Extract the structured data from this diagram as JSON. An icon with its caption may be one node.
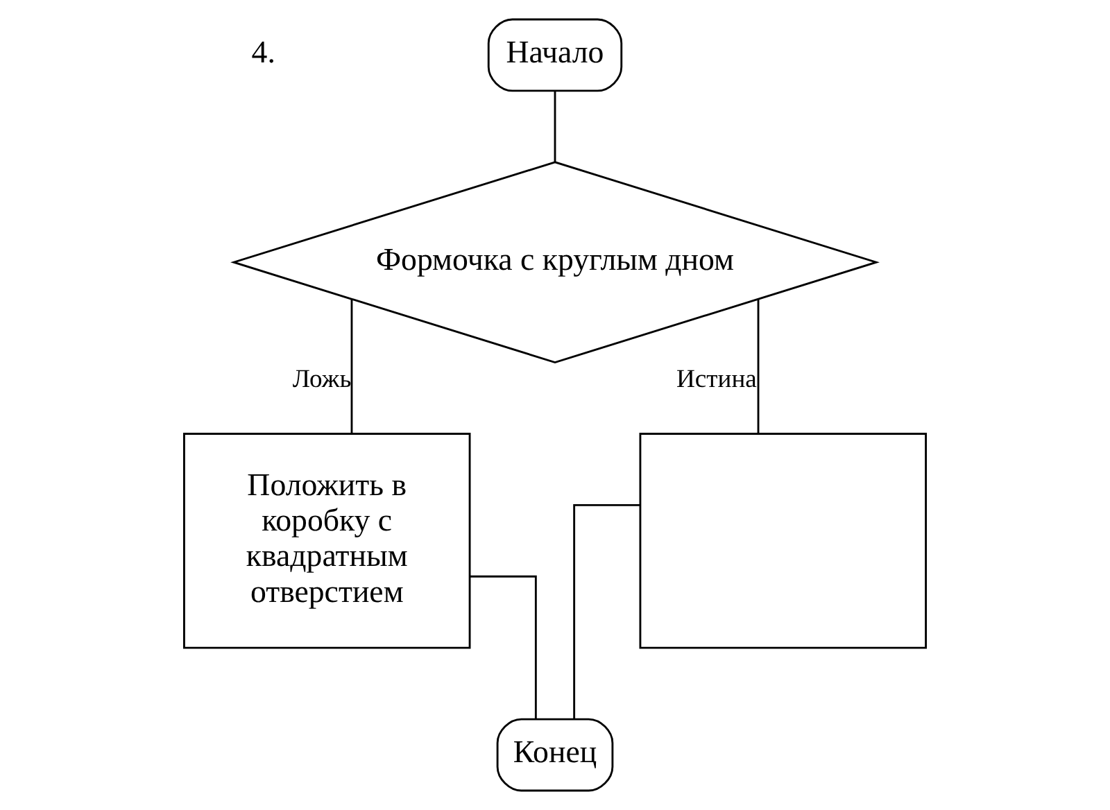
{
  "diagram": {
    "nodes": [
      {
        "text": [
          "Начало"
        ]
      },
      {
        "text": [
          "Формочка с круглым дном"
        ]
      },
      {
        "text": [
          "Положить в коробку с квадратным отверстием"
        ]
      },
      {
        "text": [],
        "shape": "box"
      },
      {
        "text": [
          "Конец"
        ]
      }
    ],
    "edges": [
      {
        "from": 0,
        "to": 1,
        "arrow": "none"
      },
      {
        "from": 1,
        "to": 2,
        "arrow": "none",
        "label": "Ложь"
      },
      {
        "from": 1,
        "to": 3,
        "arrow": "none",
        "label": "Истина"
      },
      {
        "from": 2,
        "to": 4,
        "arrow": "none"
      },
      {
        "from": 3,
        "to": 4,
        "arrow": "none"
      }
    ],
    "labels": [
      "4."
    ]
  }
}
